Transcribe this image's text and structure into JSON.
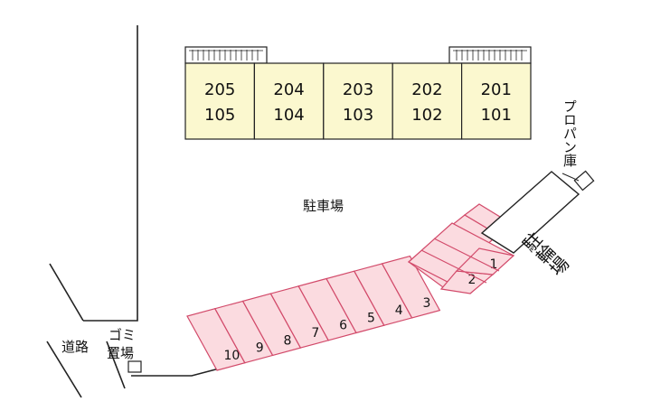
{
  "colors": {
    "unit_fill": "#fbf8cf",
    "parking_fill": "#fbdbe0",
    "parking_stroke": "#d24a6a",
    "line": "#222222"
  },
  "building": {
    "units": [
      {
        "upper": "205",
        "lower": "105"
      },
      {
        "upper": "204",
        "lower": "104"
      },
      {
        "upper": "203",
        "lower": "103"
      },
      {
        "upper": "202",
        "lower": "102"
      },
      {
        "upper": "201",
        "lower": "101"
      }
    ]
  },
  "labels": {
    "parking_lot": "駐車場",
    "bicycle_parking": "駐輪場",
    "propane_storage": "プロパン庫",
    "road": "道路",
    "garbage": "ゴミ置場"
  },
  "parking_spaces": [
    "10",
    "9",
    "8",
    "7",
    "6",
    "5",
    "4",
    "3",
    "2",
    "1"
  ]
}
